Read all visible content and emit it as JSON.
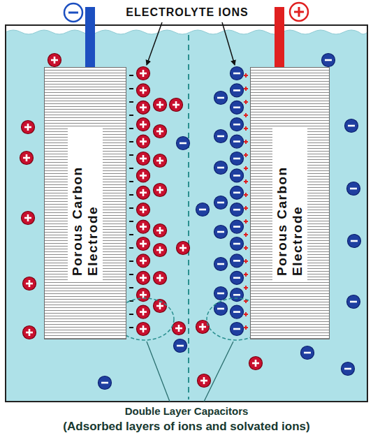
{
  "diagram": {
    "nodes": [
      {
        "text": [
          "Porous Carbon Electrode"
        ]
      },
      {
        "text": [
          "Porous Carbon Electrode"
        ]
      }
    ],
    "labels": [
      "ELECTROLYTE IONS",
      "Double Layer Capacitors",
      "(Adsorbed layers of ions and solvated ions)"
    ]
  }
}
